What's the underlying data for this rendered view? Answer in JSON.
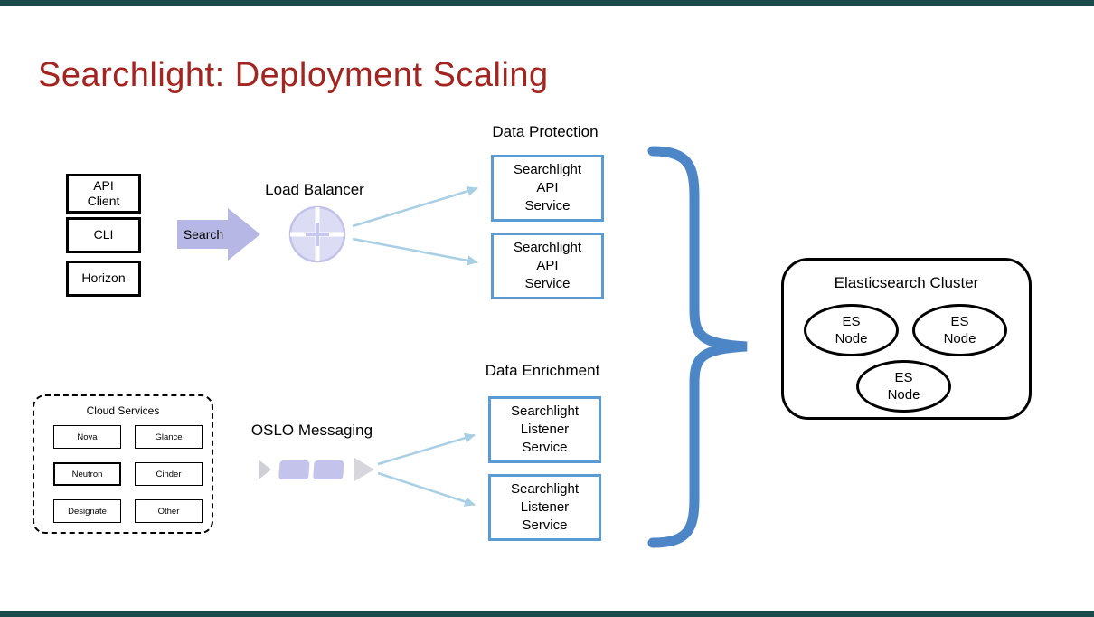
{
  "slide": {
    "title": "Searchlight: Deployment Scaling"
  },
  "clients": {
    "items": [
      {
        "label": "API\nClient"
      },
      {
        "label": "CLI"
      },
      {
        "label": "Horizon"
      }
    ]
  },
  "search_arrow": {
    "label": "Search"
  },
  "load_balancer": {
    "label": "Load Balancer"
  },
  "data_protection": {
    "heading": "Data Protection",
    "services": [
      {
        "label": "Searchlight\nAPI\nService"
      },
      {
        "label": "Searchlight\nAPI\nService"
      }
    ]
  },
  "data_enrichment": {
    "heading": "Data Enrichment",
    "services": [
      {
        "label": "Searchlight\nListener\nService"
      },
      {
        "label": "Searchlight\nListener\nService"
      }
    ]
  },
  "cloud_services": {
    "label": "Cloud Services",
    "items": [
      "Nova",
      "Glance",
      "Neutron",
      "Cinder",
      "Designate",
      "Other"
    ]
  },
  "oslo": {
    "label": "OSLO Messaging"
  },
  "cluster": {
    "label": "Elasticsearch Cluster",
    "nodes": [
      "ES\nNode",
      "ES\nNode",
      "ES\nNode"
    ]
  },
  "colors": {
    "accent_bar": "#1b4a4c",
    "title_red": "#a42520",
    "service_border_blue": "#5b9bd5",
    "arrow_light_blue": "#a9cfe5",
    "brace_blue": "#4d86c6",
    "lavender": "#b7b7e6"
  }
}
